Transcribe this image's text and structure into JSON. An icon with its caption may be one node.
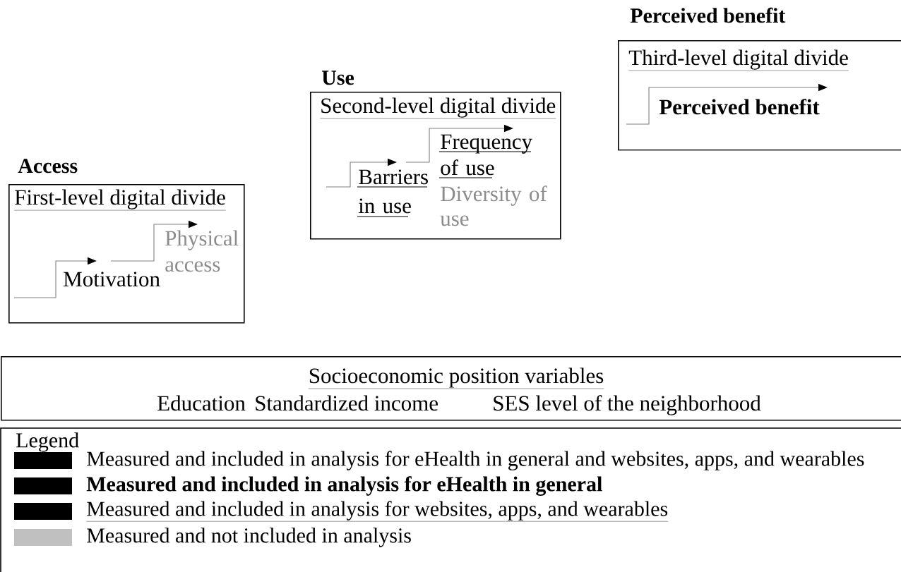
{
  "diagram": {
    "nodes": [
      {
        "text": [
          "Access",
          "First-level digital divide"
        ]
      },
      {
        "text": [
          "Motivation"
        ],
        "in": 0
      },
      {
        "text": [
          "Physical access"
        ],
        "in": 0
      },
      {
        "text": [
          "Use",
          "Second-level digital divide"
        ]
      },
      {
        "text": [
          "Barriers in use"
        ],
        "in": 3
      },
      {
        "text": [
          "Frequency of use"
        ],
        "in": 3
      },
      {
        "text": [
          "Diversity of use"
        ],
        "in": 3
      },
      {
        "text": [
          "Perceived benefit",
          "Third-level digital divide"
        ]
      },
      {
        "text": [
          "Perceived benefit"
        ],
        "in": 7
      },
      {
        "text": [
          "Socioeconomic position variables",
          "Education",
          "Standardized income",
          "SES level of the neighborhood"
        ]
      }
    ],
    "edges": [
      {
        "from": null,
        "to": 1,
        "arrow": "to"
      },
      {
        "from": 1,
        "to": 2,
        "arrow": "to"
      },
      {
        "from": null,
        "to": 4,
        "arrow": "to"
      },
      {
        "from": 4,
        "to": 5,
        "arrow": "to"
      },
      {
        "from": null,
        "to": 8,
        "arrow": "to"
      }
    ],
    "labels": [
      "Legend"
    ],
    "legend": [
      {
        "text": "Measured and included in analysis for eHealth in general and websites, apps, and wearables",
        "color": "#000000"
      },
      {
        "text": "Measured and included in analysis for eHealth in general",
        "color": "#000000"
      },
      {
        "text": "Measured and included in analysis for websites, apps, and wearables",
        "color": "#000000"
      },
      {
        "text": "Measured and not included in analysis",
        "color": "#c0c0c0"
      }
    ]
  }
}
